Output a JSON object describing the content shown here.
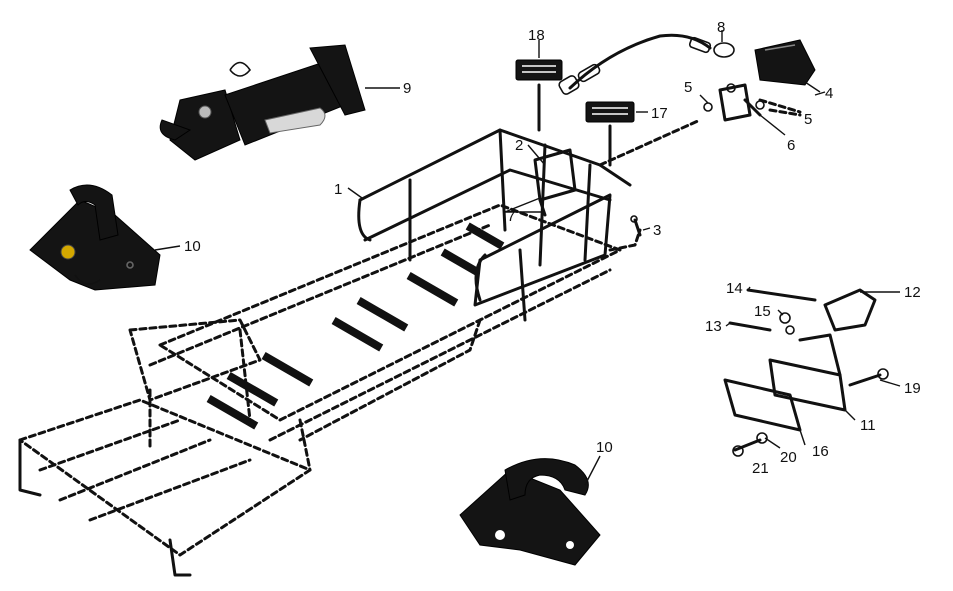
{
  "callouts": [
    {
      "id": "c1",
      "text": "1"
    },
    {
      "id": "c2",
      "text": "2"
    },
    {
      "id": "c3",
      "text": "3"
    },
    {
      "id": "c4",
      "text": "4"
    },
    {
      "id": "c5a",
      "text": "5"
    },
    {
      "id": "c5b",
      "text": "5"
    },
    {
      "id": "c6",
      "text": "6"
    },
    {
      "id": "c7",
      "text": "7"
    },
    {
      "id": "c8",
      "text": "8"
    },
    {
      "id": "c9",
      "text": "9"
    },
    {
      "id": "c10a",
      "text": "10"
    },
    {
      "id": "c10b",
      "text": "10"
    },
    {
      "id": "c11",
      "text": "11"
    },
    {
      "id": "c12",
      "text": "12"
    },
    {
      "id": "c13",
      "text": "13"
    },
    {
      "id": "c14",
      "text": "14"
    },
    {
      "id": "c15",
      "text": "15"
    },
    {
      "id": "c16",
      "text": "16"
    },
    {
      "id": "c17",
      "text": "17"
    },
    {
      "id": "c18",
      "text": "18"
    },
    {
      "id": "c19",
      "text": "19"
    },
    {
      "id": "c20",
      "text": "20"
    },
    {
      "id": "c21",
      "text": "21"
    }
  ]
}
